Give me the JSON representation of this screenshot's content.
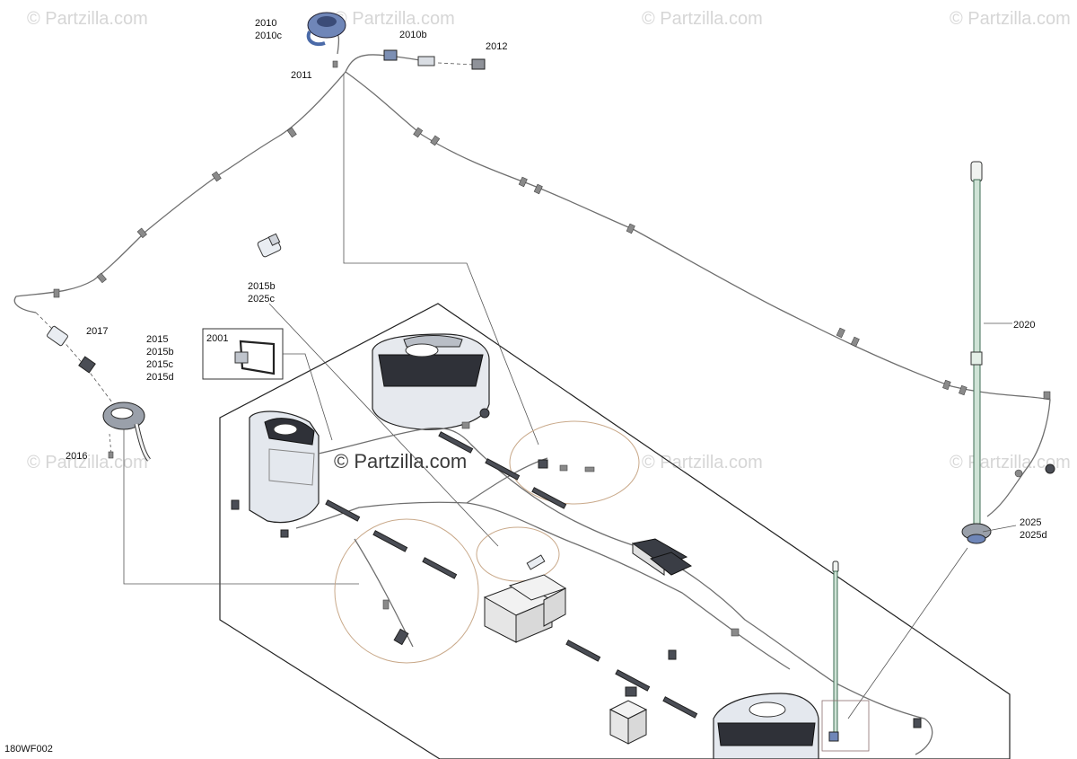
{
  "diagram": {
    "code": "180WF002",
    "watermark": "© Partzilla.com",
    "watermark_center": "© Partzilla.com",
    "callouts": {
      "c2010": [
        "2010",
        "2010c"
      ],
      "c2010b": [
        "2010b"
      ],
      "c2012": [
        "2012"
      ],
      "c2011": [
        "2011"
      ],
      "c2015b": [
        "2015b",
        "2025c"
      ],
      "c2017": [
        "2017"
      ],
      "c2015": [
        "2015",
        "2015b",
        "2015c",
        "2015d"
      ],
      "c2001": [
        "2001"
      ],
      "c2016": [
        "2016"
      ],
      "c2020": [
        "2020"
      ],
      "c2025": [
        "2025",
        "2025d"
      ]
    }
  }
}
